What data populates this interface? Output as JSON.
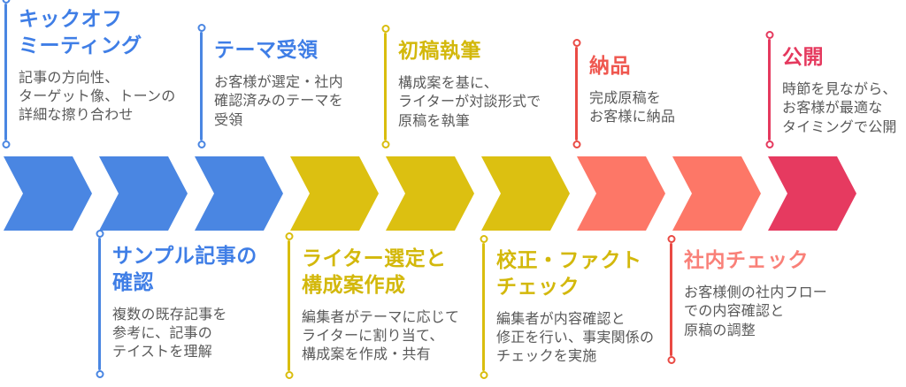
{
  "palette": {
    "background": "#ffffff",
    "description_text": "#595959",
    "blue": "#4a86e2",
    "yellow": "#d9bd0e",
    "salmon": "#fd7767",
    "red": "#ea4b45",
    "pink": "#e5395e"
  },
  "chevrons": {
    "colors": [
      "#4a86e2",
      "#4a86e2",
      "#4a86e2",
      "#dcc011",
      "#dcc011",
      "#dcc011",
      "#fd7767",
      "#fd7767",
      "#e63a60"
    ]
  },
  "steps": [
    {
      "title": "キックオフ\nミーティング",
      "description": "記事の方向性、\nターゲット像、トーンの\n詳細な擦り合わせ",
      "title_color": "#3f7ee6",
      "line_color": "#4a86e2",
      "text_color": "#595959"
    },
    {
      "title": "サンプル記事の\n確認",
      "description": "複数の既存記事を\n参考に、記事の\nテイストを理解",
      "title_color": "#3f7ee6",
      "line_color": "#4a86e2",
      "text_color": "#595959"
    },
    {
      "title": "テーマ受領",
      "description": "お客様が選定・社内\n確認済みのテーマを\n受領",
      "title_color": "#3f7ee6",
      "line_color": "#4a86e2",
      "text_color": "#595959"
    },
    {
      "title": "ライター選定と\n構成案作成",
      "description": "編集者がテーマに応じて\nライターに割り当て、\n構成案を作成・共有",
      "title_color": "#d3b80b",
      "line_color": "#d9bd0e",
      "text_color": "#595959"
    },
    {
      "title": "初稿執筆",
      "description": "構成案を基に、\nライターが対談形式で\n原稿を執筆",
      "title_color": "#d3b80b",
      "line_color": "#d9bd0e",
      "text_color": "#595959"
    },
    {
      "title": "校正・ファクト\nチェック",
      "description": "編集者が内容確認と\n修正を行い、事実関係の\nチェックを実施",
      "title_color": "#d3b80b",
      "line_color": "#d9bd0e",
      "text_color": "#595959"
    },
    {
      "title": "納品",
      "description": "完成原稿を\nお客様に納品",
      "title_color": "#ef574f",
      "line_color": "#ea4b45",
      "text_color": "#595959"
    },
    {
      "title": "社内チェック",
      "description": "お客様側の社内フロー\nでの内容確認と\n原稿の調整",
      "title_color": "#f98078",
      "line_color": "#e94a44",
      "text_color": "#595959"
    },
    {
      "title": "公開",
      "description": "時節を見ながら、\nお客様が最適な\nタイミングで公開",
      "title_color": "#e5395e",
      "line_color": "#e5395e",
      "text_color": "#595959"
    }
  ]
}
